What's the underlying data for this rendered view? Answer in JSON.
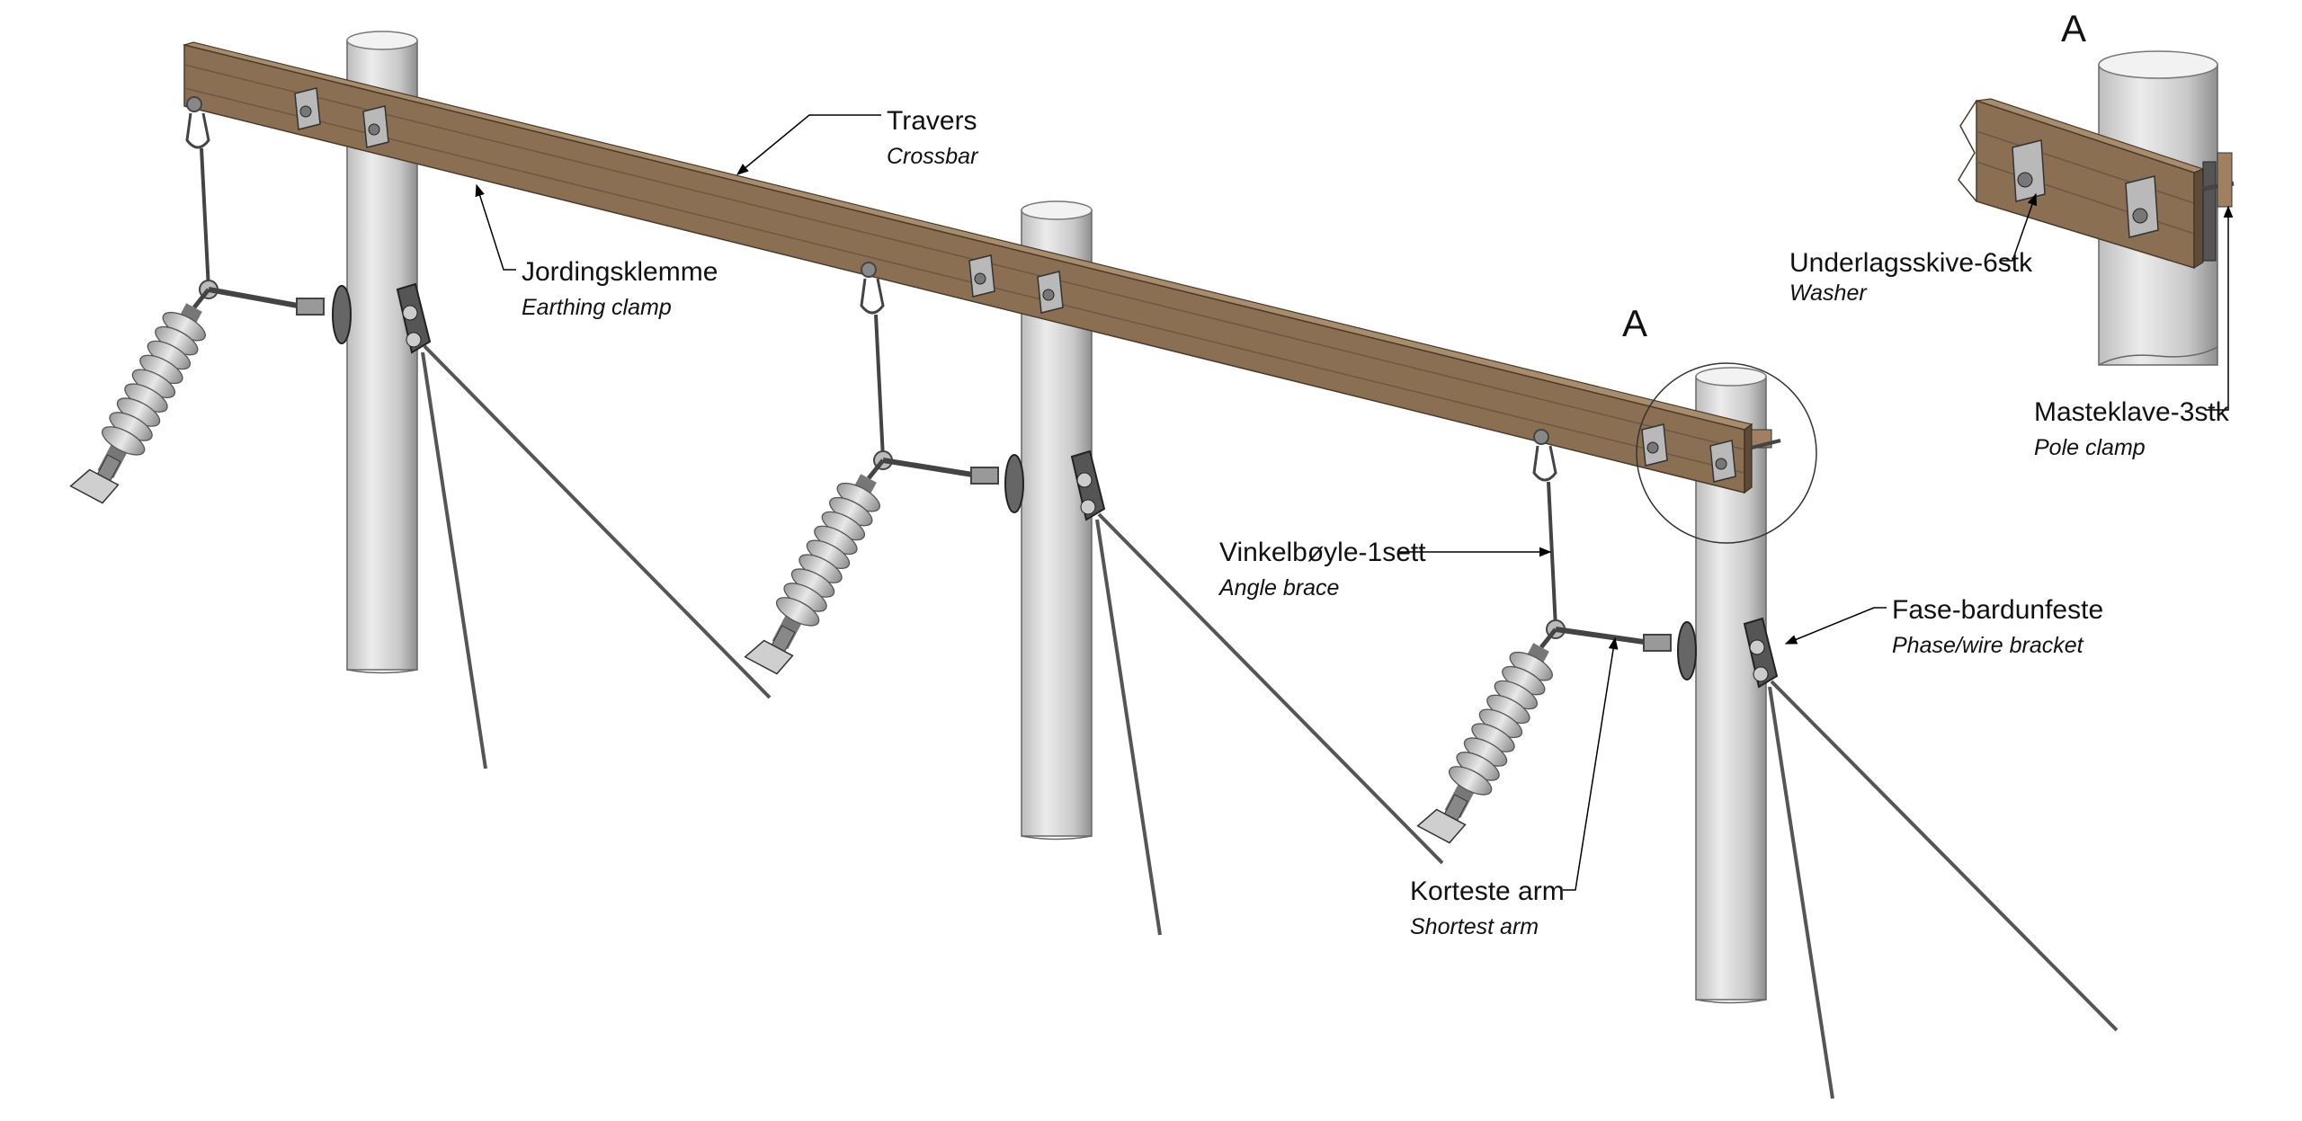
{
  "detail_marker": "A",
  "detail_title": "A",
  "labels": {
    "travers": {
      "main": "Travers",
      "sub": "Crossbar"
    },
    "jordingsklemme": {
      "main": "Jordingsklemme",
      "sub": "Earthing clamp"
    },
    "vinkelboyle": {
      "main": "Vinkelbøyle-1sett",
      "sub": "Angle brace"
    },
    "korteste_arm": {
      "main": "Korteste arm",
      "sub": "Shortest arm"
    },
    "fase_bardunfeste": {
      "main": "Fase-bardunfeste",
      "sub": "Phase/wire bracket"
    },
    "underlagsskive": {
      "main": "Underlagsskive-6stk",
      "sub": "Washer"
    },
    "masteklave": {
      "main": "Masteklave-3stk",
      "sub": "Pole clamp"
    }
  },
  "colors": {
    "wood": "#8a6f52",
    "wood_dark": "#5e4a37",
    "wood_light": "#a88c6e",
    "pole_light": "#e4e4e4",
    "pole_dark": "#9a9a9a",
    "insulator": "#d6d6d6",
    "steel": "#555555"
  }
}
